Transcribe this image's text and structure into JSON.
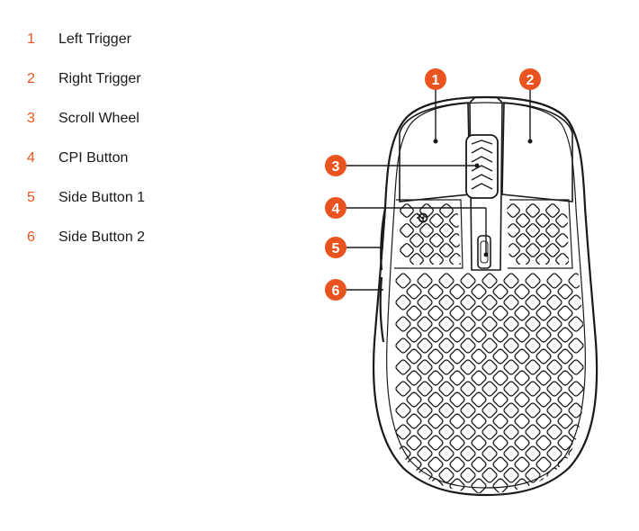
{
  "legend": {
    "items": [
      {
        "number": "1",
        "label": "Left Trigger"
      },
      {
        "number": "2",
        "label": "Right Trigger"
      },
      {
        "number": "3",
        "label": "Scroll Wheel"
      },
      {
        "number": "4",
        "label": "CPI Button"
      },
      {
        "number": "5",
        "label": "Side Button 1"
      },
      {
        "number": "6",
        "label": "Side Button 2"
      }
    ]
  },
  "callouts": [
    "1",
    "2",
    "3",
    "4",
    "5",
    "6"
  ],
  "colors": {
    "accent": "#e8531f",
    "outline": "#1a1a1a",
    "background": "#ffffff"
  },
  "icons": {
    "brand_logo": "steelseries-logo-icon"
  }
}
